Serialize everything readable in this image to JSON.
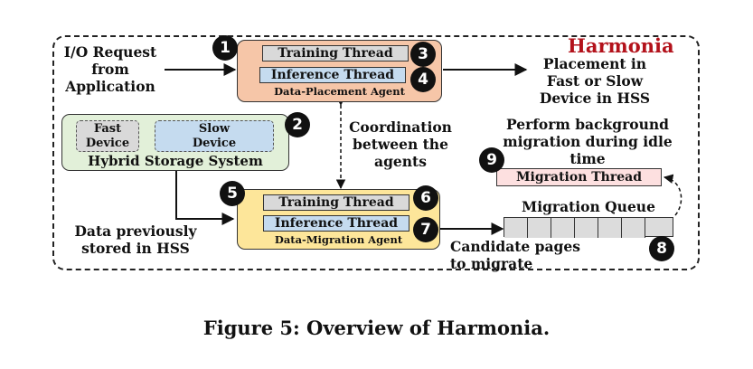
{
  "title": "Harmonia",
  "io_request": "I/O Request from Application",
  "placement_output": "Placement in Fast or Slow Device in HSS",
  "coordination": "Coordination between the agents",
  "background_migration": "Perform background migration during idle time",
  "data_previously": "Data previously stored in HSS",
  "candidate_pages": "Candidate pages to migrate",
  "placement_agent": {
    "training": "Training Thread",
    "inference": "Inference Thread",
    "label": "Data-Placement Agent"
  },
  "migration_agent": {
    "training": "Training Thread",
    "inference": "Inference Thread",
    "label": "Data-Migration Agent"
  },
  "hss": {
    "fast": "Fast Device",
    "slow": "Slow Device",
    "label": "Hybrid Storage System"
  },
  "migration_thread": "Migration Thread",
  "migration_queue": "Migration Queue",
  "badges": [
    "1",
    "2",
    "3",
    "4",
    "5",
    "6",
    "7",
    "8",
    "9"
  ],
  "caption": "Figure 5: Overview of Harmonia.",
  "colors": {
    "placement_agent": "#f6c6a8",
    "migration_agent": "#fde69a",
    "hss": "#e2f0d9",
    "fast_device": "#d9d9d9",
    "slow_device": "#c5dbef",
    "training_thread": "#d9d9d9",
    "inference_thread": "#c5dbef",
    "migration_thread": "#fde0e0",
    "title": "#b3121b"
  }
}
